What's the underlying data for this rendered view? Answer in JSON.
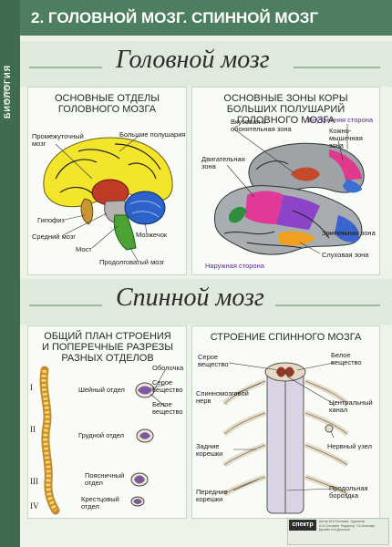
{
  "sidebar": {
    "subject": "БИОЛОГИЯ",
    "subtitle": "ЧЕЛОВЕК"
  },
  "header": {
    "title": "2. ГОЛОВНОЙ МОЗГ. СПИННОЙ МОЗГ"
  },
  "brain_section": {
    "title": "Головной мозг",
    "left_panel": {
      "heading": "ОСНОВНЫЕ ОТДЕЛЫ ГОЛОВНОГО МОЗГА",
      "labels": {
        "intermediate": "Промежуточный мозг",
        "hemispheres": "Большие полушария",
        "pituitary": "Гипофиз",
        "midbrain": "Средний мозг",
        "cerebellum": "Мозжечок",
        "pons": "Мост",
        "medulla": "Продолговатый мозг"
      }
    },
    "right_panel": {
      "heading": "ОСНОВНЫЕ ЗОНЫ КОРЫ БОЛЬШИХ ПОЛУШАРИЙ ГОЛОВНОГО МОЗГА",
      "labels": {
        "taste_smell": "Вкусовая и обонятельная зона",
        "inner_side": "Внутренняя сторона",
        "skin_muscle": "Кожно-мышечная зона",
        "motor": "Двигательная зона",
        "visual": "Зрительная зона",
        "auditory": "Слуховая зона",
        "outer_side": "Наружная сторона"
      }
    }
  },
  "spinal_section": {
    "title": "Спинной мозг",
    "left_panel": {
      "heading": "ОБЩИЙ ПЛАН СТРОЕНИЯ И ПОПЕРЕЧНЫЕ РАЗРЕЗЫ РАЗНЫХ ОТДЕЛОВ",
      "roman": [
        "I",
        "II",
        "III",
        "IV"
      ],
      "labels": {
        "cervical": "Шейный отдел",
        "thoracic": "Грудной отдел",
        "lumbar": "Поясничный отдел",
        "sacral": "Крестцовый отдел",
        "membrane": "Оболочка",
        "gray": "Серое вещество",
        "white": "Белое вещество"
      }
    },
    "right_panel": {
      "heading": "СТРОЕНИЕ СПИННОГО МОЗГА",
      "labels": {
        "gray": "Серое вещество",
        "white": "Белое вещество",
        "spinal_nerve": "Спинномозговой нерв",
        "central_canal": "Центральный канал",
        "posterior_roots": "Задние корешки",
        "ganglion": "Нервный узел",
        "anterior_roots": "Передние корешки",
        "fissure": "Продольная бороздка"
      }
    }
  },
  "footer": {
    "logo": "спектр",
    "text": "Автор М.Н.Беляков. Художник А.В.Соломин. Редактор Т.А.Волкова. Дизайн И.К.Донской."
  },
  "colors": {
    "header": "#4e7e60",
    "sidebar": "#3f6b4f",
    "hemisphere": "#f3e52b",
    "cerebellum": "#2d63c8",
    "pituitary": "#c89633",
    "midbrain": "#b7b1b0",
    "pons_medulla": "#4da236"
  }
}
